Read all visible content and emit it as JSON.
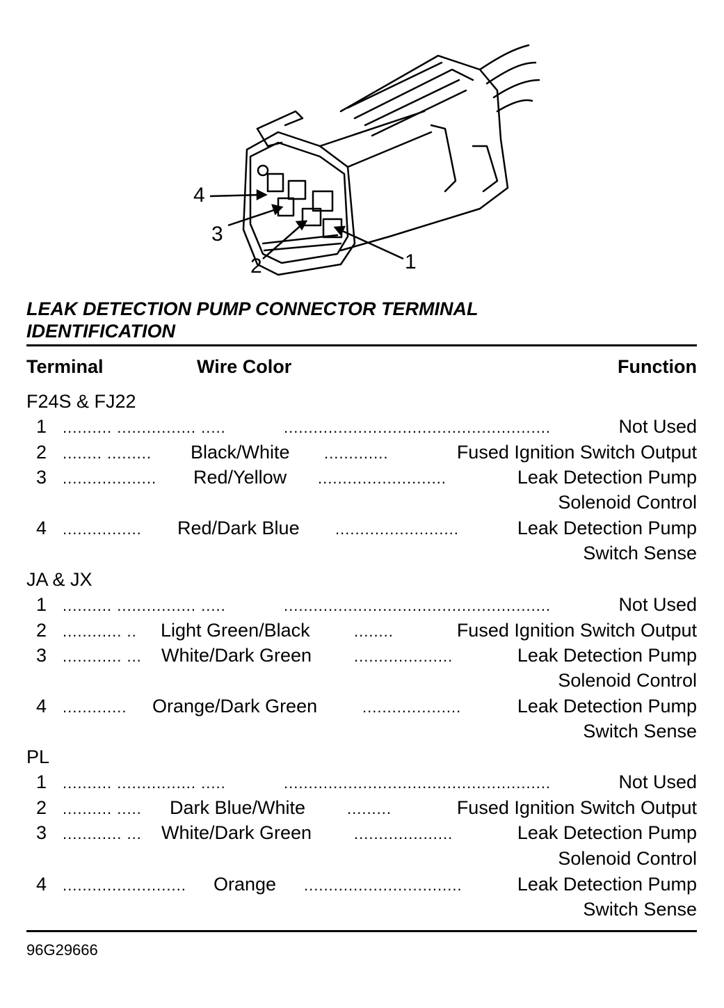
{
  "diagram": {
    "callouts": [
      "1",
      "2",
      "3",
      "4"
    ]
  },
  "title": "LEAK DETECTION PUMP CONNECTOR TERMINAL IDENTIFICATION",
  "columns": {
    "terminal": "Terminal",
    "wire_color": "Wire Color",
    "function": "Function"
  },
  "groups": [
    {
      "name": "F24S & FJ22",
      "rows": [
        {
          "terminal": "1",
          "dots1": ".......... ................ .....",
          "wire": "",
          "dots2": "......................................................",
          "function": "Not Used",
          "cont": ""
        },
        {
          "terminal": "2",
          "dots1": "........ .........",
          "wire": "Black/White",
          "dots2": ".............",
          "function": "Fused Ignition Switch Output",
          "cont": ""
        },
        {
          "terminal": "3",
          "dots1": "...................",
          "wire": "Red/Yellow",
          "dots2": "..........................",
          "function": "Leak Detection Pump",
          "cont": "Solenoid Control"
        },
        {
          "terminal": "4",
          "dots1": "................",
          "wire": "Red/Dark Blue",
          "dots2": ".........................",
          "function": "Leak Detection Pump",
          "cont": "Switch Sense"
        }
      ]
    },
    {
      "name": "JA & JX",
      "rows": [
        {
          "terminal": "1",
          "dots1": ".......... ................ .....",
          "wire": "",
          "dots2": "......................................................",
          "function": "Not Used",
          "cont": ""
        },
        {
          "terminal": "2",
          "dots1": "............ ..",
          "wire": "Light Green/Black",
          "dots2": "........",
          "function": "Fused Ignition Switch Output",
          "cont": ""
        },
        {
          "terminal": "3",
          "dots1": "............ ...",
          "wire": "White/Dark Green",
          "dots2": "....................",
          "function": "Leak Detection Pump",
          "cont": "Solenoid Control"
        },
        {
          "terminal": "4",
          "dots1": ".............",
          "wire": "Orange/Dark Green",
          "dots2": "....................",
          "function": "Leak Detection Pump",
          "cont": "Switch Sense"
        }
      ]
    },
    {
      "name": "PL",
      "rows": [
        {
          "terminal": "1",
          "dots1": ".......... ................ .....",
          "wire": "",
          "dots2": "......................................................",
          "function": "Not Used",
          "cont": ""
        },
        {
          "terminal": "2",
          "dots1": ".......... .....",
          "wire": "Dark Blue/White",
          "dots2": ".........",
          "function": "Fused Ignition Switch Output",
          "cont": ""
        },
        {
          "terminal": "3",
          "dots1": "............ ...",
          "wire": "White/Dark Green",
          "dots2": "....................",
          "function": "Leak Detection Pump",
          "cont": "Solenoid Control"
        },
        {
          "terminal": "4",
          "dots1": ".........................",
          "wire": "Orange",
          "dots2": "................................",
          "function": "Leak Detection Pump",
          "cont": "Switch Sense"
        }
      ]
    }
  ],
  "figure_code": "96G29666"
}
